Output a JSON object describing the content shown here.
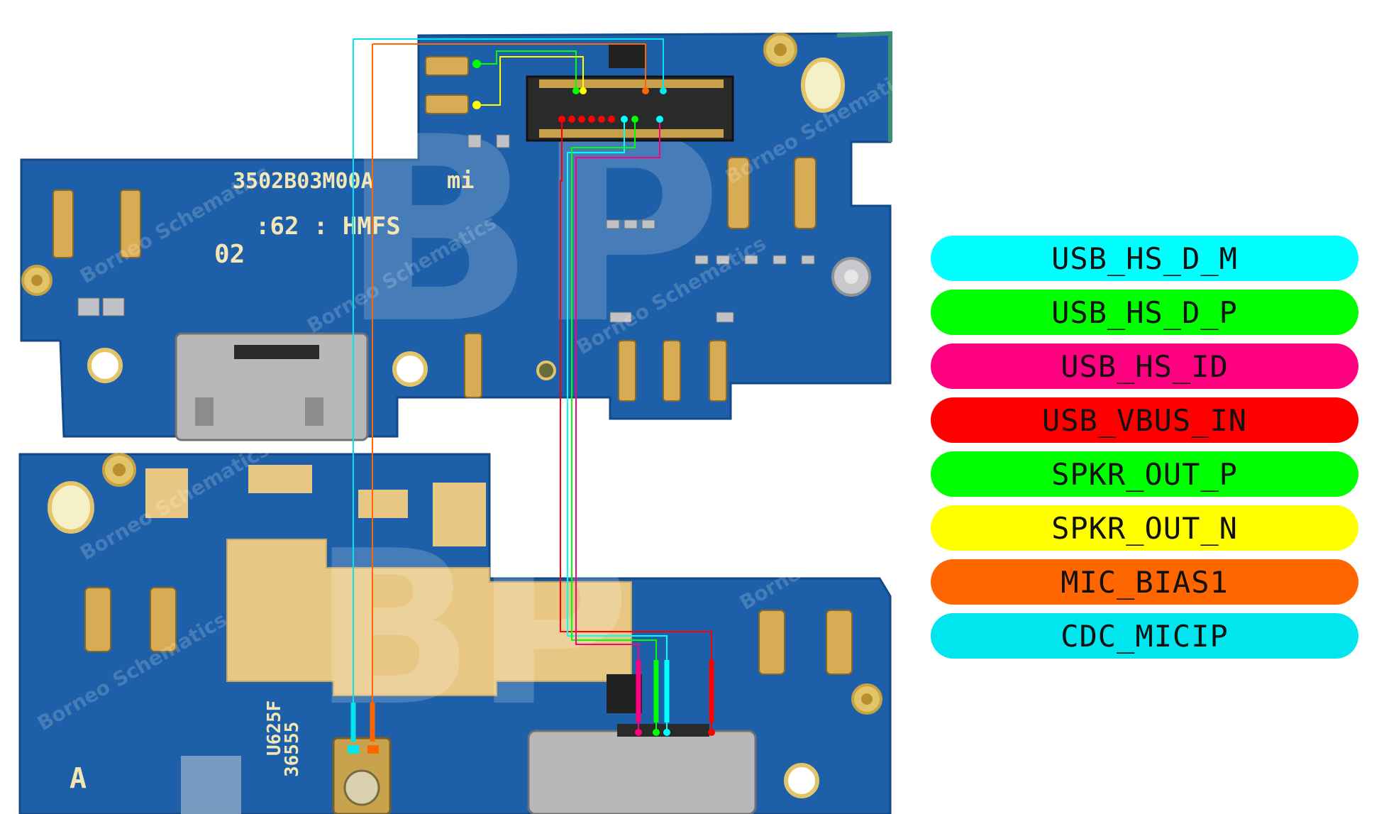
{
  "legend": [
    {
      "label": "USB_HS_D_M",
      "color": "#00ffff"
    },
    {
      "label": "USB_HS_D_P",
      "color": "#00ff00"
    },
    {
      "label": "USB_HS_ID",
      "color": "#ff0080"
    },
    {
      "label": "USB_VBUS_IN",
      "color": "#ff0000"
    },
    {
      "label": "SPKR_OUT_P",
      "color": "#00ff00"
    },
    {
      "label": "SPKR_OUT_N",
      "color": "#ffff00"
    },
    {
      "label": "MIC_BIAS1",
      "color": "#ff6600"
    },
    {
      "label": "CDC_MICIP",
      "color": "#00e5ee"
    }
  ],
  "board": {
    "part_number": "3502B03M00A",
    "brand_logo": "mi",
    "date_code": ":62 : HMFS",
    "revision": "02",
    "bottom_marking": "A",
    "chip_marking_1": "U625F",
    "chip_marking_2": "36555"
  },
  "watermark": {
    "line1": "Borneo",
    "line2": "Schematics"
  },
  "colors": {
    "pcb": "#1d5fa8",
    "pcb_dark": "#164c8c",
    "gold": "#d8ac54",
    "silver": "#b9bcbf"
  }
}
